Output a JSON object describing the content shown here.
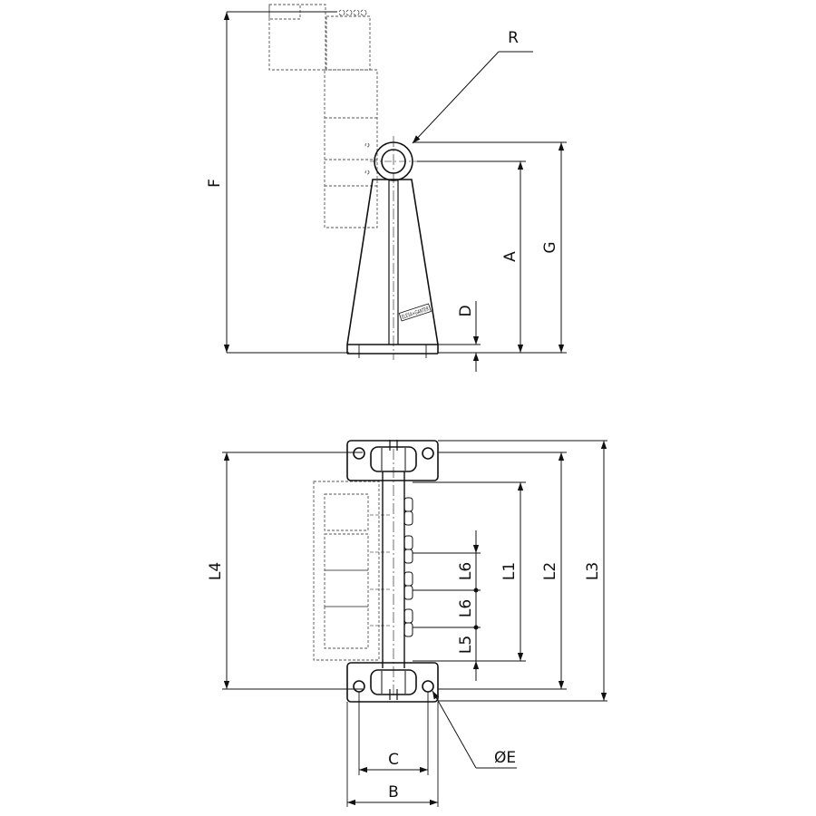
{
  "side_view": {
    "labels": {
      "F": "F",
      "R": "R",
      "A": "A",
      "G": "G",
      "D": "D"
    },
    "logo_text": "ELESA+GANTER"
  },
  "plan_view": {
    "labels": {
      "L4": "L4",
      "L1": "L1",
      "L2": "L2",
      "L3": "L3",
      "L6_top": "L6",
      "L6_bottom": "L6",
      "L5": "L5",
      "C": "C",
      "B": "B",
      "E": "ØE"
    }
  }
}
